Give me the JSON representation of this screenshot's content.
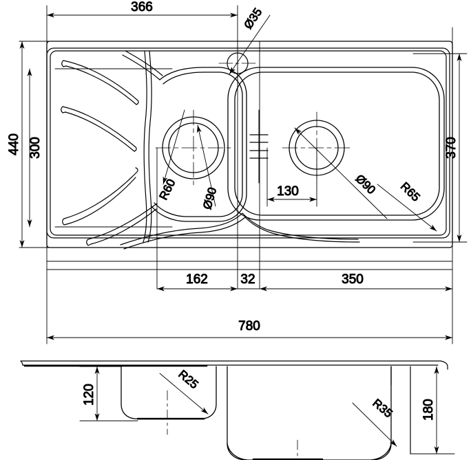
{
  "drawing": {
    "type": "engineering-drawing",
    "subject": "kitchen-sink",
    "views": [
      {
        "name": "plan-view",
        "label": ""
      },
      {
        "name": "section-view",
        "label": ""
      }
    ],
    "units": "mm",
    "line_color": "#000000",
    "background_color": "#ffffff"
  },
  "plan_dimensions": {
    "top_366": "366",
    "hole_dia_35": "Ø35",
    "left_440": "440",
    "left_300": "300",
    "right_370": "370",
    "bowl_radius_60": "R60",
    "drain_dia_90_left": "Ø90",
    "drain_dia_90_right": "Ø90",
    "bowl_radius_65": "R65",
    "offset_130": "130",
    "bottom_162": "162",
    "bottom_32": "32",
    "bottom_350": "350",
    "overall_780": "780"
  },
  "section_dimensions": {
    "shallow_depth_120": "120",
    "shallow_radius_25": "R25",
    "deep_radius_35": "R35",
    "deep_depth_180": "180"
  }
}
